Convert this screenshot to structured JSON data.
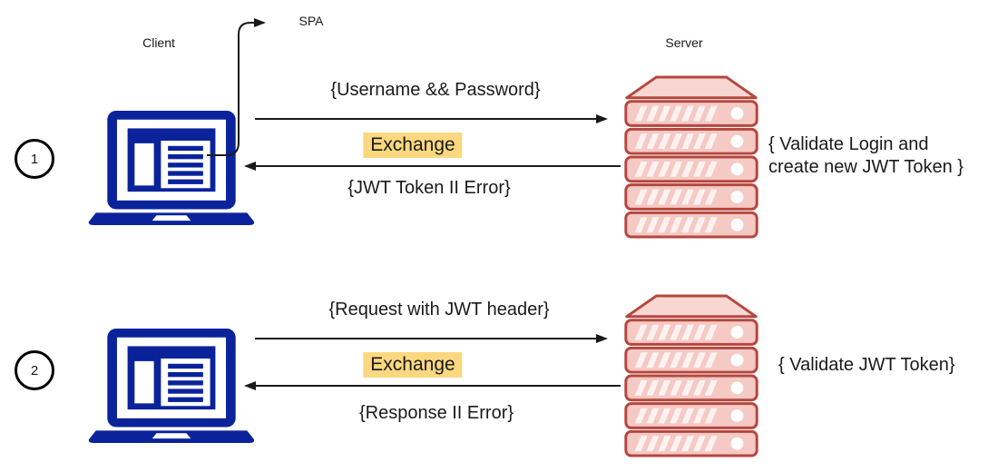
{
  "colors": {
    "laptop_navy": "#0a239a",
    "server_border": "#b5473f",
    "server_fill": "#f5c9c4",
    "server_roof_fill": "#f8d7d3",
    "server_stripe": "#fdf2f1",
    "exchange_highlight": "#fbd87f",
    "line": "#1a1a1a",
    "text": "#1a1a1a"
  },
  "flow1": {
    "step": "1",
    "client_label": "Client",
    "spa_label": "SPA",
    "server_label": "Server",
    "request_label": "{Username && Password}",
    "exchange_label": "Exchange",
    "response_label": "{JWT Token II Error}",
    "server_note": "{ Validate Login and\ncreate new JWT Token }"
  },
  "flow2": {
    "step": "2",
    "request_label": "{Request with JWT header}",
    "exchange_label": "Exchange",
    "response_label": "{Response II Error}",
    "server_note": "{ Validate JWT Token}"
  }
}
